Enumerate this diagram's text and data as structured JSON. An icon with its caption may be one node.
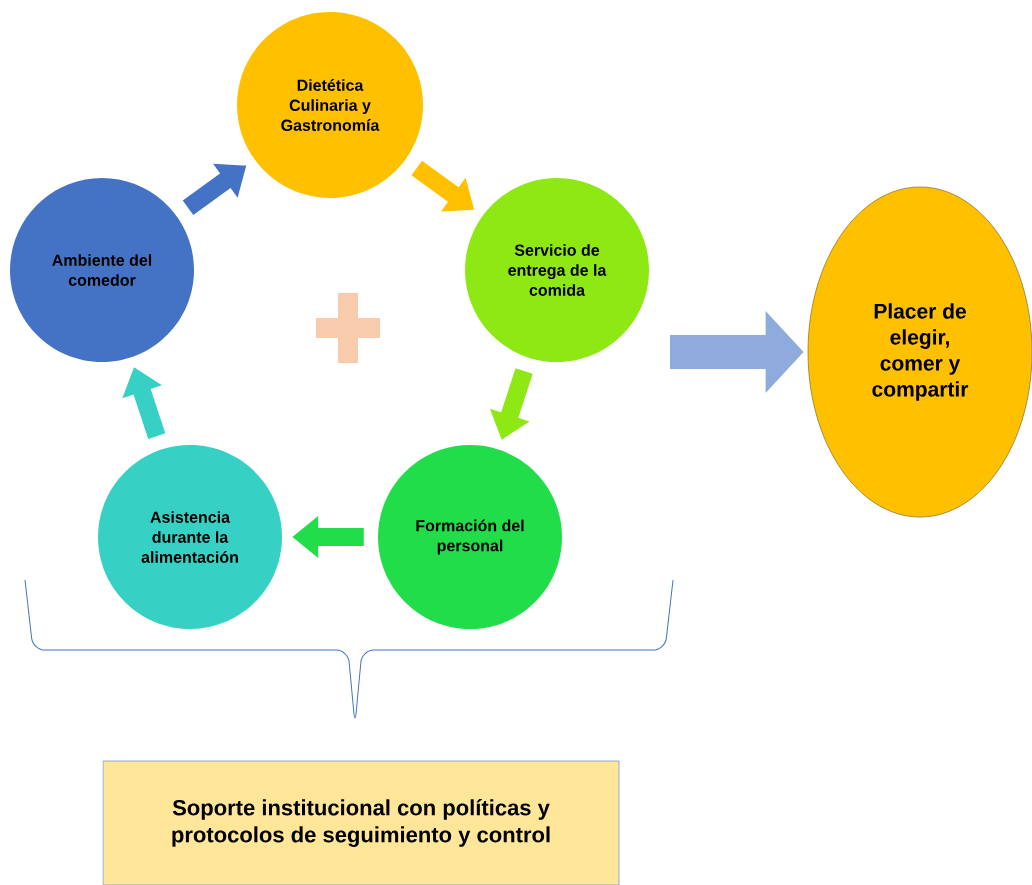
{
  "diagram": {
    "nodes": [
      {
        "text": [
          "Dietética Culinaria y Gastronomía"
        ]
      },
      {
        "text": [
          "Servicio de entrega de la comida"
        ]
      },
      {
        "text": [
          "Formación del personal"
        ]
      },
      {
        "text": [
          "Asistencia durante la alimentación"
        ]
      },
      {
        "text": [
          "Ambiente del comedor"
        ]
      },
      {
        "text": [
          "Placer de elegir, comer y compartir"
        ]
      },
      {
        "text": [
          "Soporte institucional con políticas y protocolos de seguimiento y control"
        ]
      }
    ],
    "edges": [
      {
        "from": 4,
        "to": 0,
        "arrow": "to",
        "color": "#4472c4"
      },
      {
        "from": 0,
        "to": 1,
        "arrow": "to",
        "color": "#ffc000"
      },
      {
        "from": 1,
        "to": 2,
        "arrow": "to",
        "color": "#8ee814"
      },
      {
        "from": 2,
        "to": 3,
        "arrow": "to",
        "color": "#22dd4a"
      },
      {
        "from": 3,
        "to": 4,
        "arrow": "to",
        "color": "#36d1c4"
      },
      {
        "from": null,
        "to": 5,
        "arrow": "to",
        "style": "thick",
        "color": "#8faadc"
      }
    ]
  }
}
